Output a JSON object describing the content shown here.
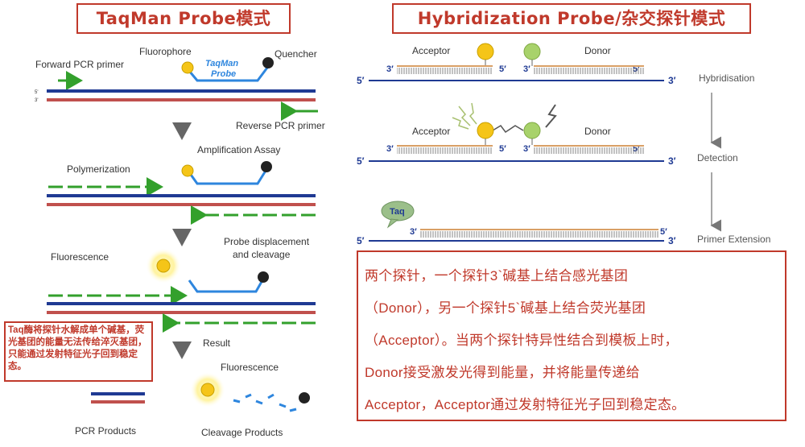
{
  "titles": {
    "taqman": "TaqMan Probe模式",
    "hybridization": "Hybridization Probe/杂交探针模式"
  },
  "taqman": {
    "fluorophore": "Fluorophore",
    "quencher": "Quencher",
    "probe_name_1": "TaqMan",
    "probe_name_2": "Probe",
    "forward_primer": "Forward PCR primer",
    "strand_5": "5'",
    "strand_3": "3'",
    "reverse_primer": "Reverse PCR primer",
    "amplification": "Amplification Assay",
    "polymerization": "Polymerization",
    "fluorescence_1": "Fluorescence",
    "displacement_1": "Probe displacement",
    "displacement_2": "and cleavage",
    "result": "Result",
    "fluorescence_2": "Fluorescence",
    "pcr_products": "PCR Products",
    "cleavage_products": "Cleavage Products",
    "note": "Taq酶将探针水解成单个碱基，荧光基团的能量无法传给淬灭基团，只能通过发射特征光子回到稳定态。"
  },
  "hybrid": {
    "acceptor": "Acceptor",
    "donor": "Donor",
    "five": "5′",
    "three": "3′",
    "hybridisation": "Hybridisation",
    "detection": "Detection",
    "primer_extension": "Primer Extension",
    "taq": "Taq"
  },
  "description": {
    "line1": "两个探针，一个探针3`碱基上结合感光基团",
    "line2": "（Donor），另一个探针5`碱基上结合荧光基团",
    "line3": "（Acceptor）。当两个探针特异性结合到模板上时，",
    "line4": "Donor接受激发光得到能量，并将能量传递给",
    "line5": "Acceptor，Acceptor通过发射特征光子回到稳定态。"
  },
  "colors": {
    "accent_red": "#c0392b",
    "strand_blue": "#1f3a93",
    "strand_red": "#c0504d",
    "primer_green": "#33a02c",
    "probe_blue": "#2e86de",
    "fluor_yellow": "#f5c518",
    "donor_green": "#a8d26b",
    "probe_orange": "#d9a066"
  }
}
